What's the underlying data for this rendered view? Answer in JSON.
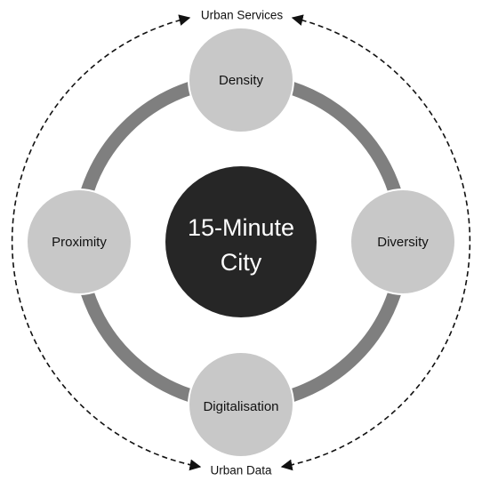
{
  "center": {
    "line1": "15-Minute",
    "line2": "City"
  },
  "nodes": {
    "top": "Density",
    "right": "Diversity",
    "bottom": "Digitalisation",
    "left": "Proximity"
  },
  "outer_labels": {
    "top": "Urban Services",
    "bottom": "Urban Data"
  },
  "colors": {
    "center_fill": "#262626",
    "node_fill": "#c8c8c8",
    "ring": "#7f7f7f",
    "arrow": "#111111"
  }
}
